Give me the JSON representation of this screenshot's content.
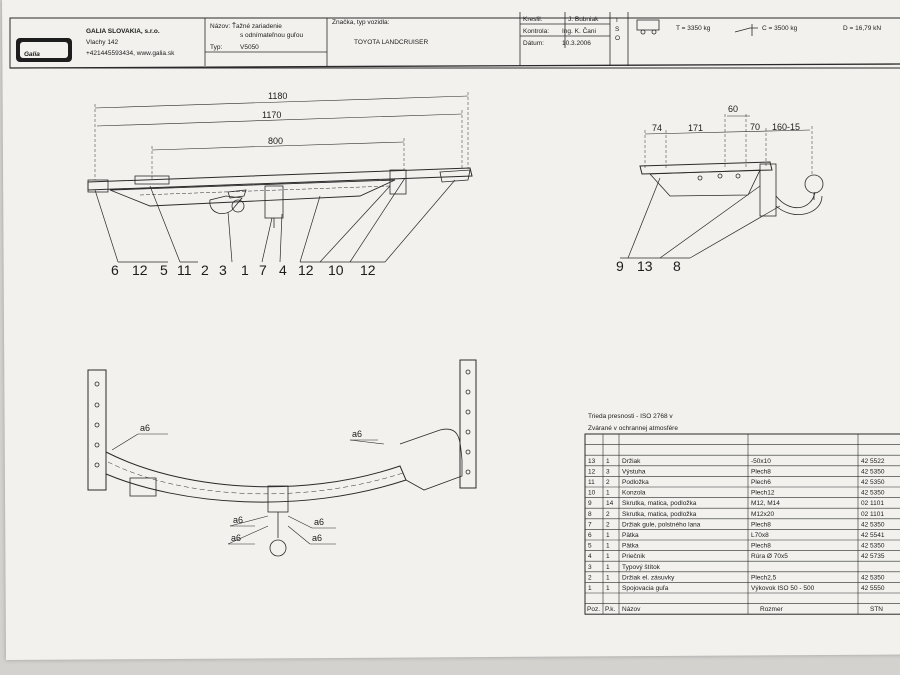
{
  "title_block": {
    "company_name": "GALIA SLOVAKIA, s.r.o.",
    "company_address": "Vlachy 142",
    "company_contact": "+421445593434,  www.galia.sk",
    "name_label": "Názov:",
    "name_value_1": "Ťažné zariadenie",
    "name_value_2": "s odnímateľnou guľou",
    "type_label": "Typ:",
    "type_value": "V5050",
    "vehicle_label": "Značka, typ vozidla:",
    "vehicle_value": "TOYOTA LANDCRUISER",
    "drawn_label": "Kreslil:",
    "drawn_value": "J. Bubniak",
    "check_label": "Kontrola:",
    "check_value": "Ing. K. Čani",
    "date_label": "Dátum:",
    "date_value": "10.3.2006",
    "iso_letters": [
      "I",
      "S",
      "O"
    ],
    "spec_T": "T =  3350 kg",
    "spec_C": "C =  3500 kg",
    "spec_D": "D =  16,79 kN"
  },
  "side_view": {
    "dimensions": [
      "1180",
      "1170",
      "800"
    ],
    "callouts": [
      "6",
      "12",
      "5",
      "11",
      "2",
      "3",
      "1",
      "7",
      "4",
      "12",
      "10",
      "12"
    ]
  },
  "end_view": {
    "dimensions": [
      "74",
      "171",
      "60",
      "70",
      "160-15"
    ],
    "callouts": [
      "9",
      "13",
      "8"
    ]
  },
  "plan_view": {
    "weld_labels": [
      "a6",
      "a6",
      "a6",
      "a6",
      "a6",
      "a6"
    ]
  },
  "bom": {
    "title_1": "Trieda presnosti - ISO 2768 v",
    "title_2": "Zvárané v ochrannej atmosfére",
    "rows": [
      {
        "poz": "13",
        "pk": "1",
        "name": "Držiak",
        "material": "-50x10",
        "code": "42 5522"
      },
      {
        "poz": "12",
        "pk": "3",
        "name": "Výstuha",
        "material": "Plech8",
        "code": "42 5350"
      },
      {
        "poz": "11",
        "pk": "2",
        "name": "Podložka",
        "material": "Plech6",
        "code": "42 5350"
      },
      {
        "poz": "10",
        "pk": "1",
        "name": "Konzola",
        "material": "Plech12",
        "code": "42 5350"
      },
      {
        "poz": "9",
        "pk": "14",
        "name": "Skrutka, matica, podložka",
        "material": "M12, M14",
        "code": "02 1101"
      },
      {
        "poz": "8",
        "pk": "2",
        "name": "Skrutka, matica, podložka",
        "material": "M12x20",
        "code": "02 1101"
      },
      {
        "poz": "7",
        "pk": "2",
        "name": "Držiak gule, polstného lana",
        "material": "Plech8",
        "code": "42 5350"
      },
      {
        "poz": "6",
        "pk": "1",
        "name": "Pätka",
        "material": "L70x8",
        "code": "42 5541"
      },
      {
        "poz": "5",
        "pk": "1",
        "name": "Pätka",
        "material": "Plech8",
        "code": "42 5350"
      },
      {
        "poz": "4",
        "pk": "1",
        "name": "Priečnik",
        "material": "Rúra Ø 70x5",
        "code": "42 5735"
      },
      {
        "poz": "3",
        "pk": "1",
        "name": "Typový štítok",
        "material": "",
        "code": ""
      },
      {
        "poz": "2",
        "pk": "1",
        "name": "Držiak el. zásuvky",
        "material": "Plech2,5",
        "code": "42 5350"
      },
      {
        "poz": "1",
        "pk": "1",
        "name": "Spojovacia guľa",
        "material": "Výkovok ISO 50 - 500",
        "code": "42 5550"
      }
    ],
    "header": {
      "poz": "Poz.",
      "pk": "P.k.",
      "name": "Názov",
      "material": "Rozmer",
      "code": "STN"
    }
  }
}
